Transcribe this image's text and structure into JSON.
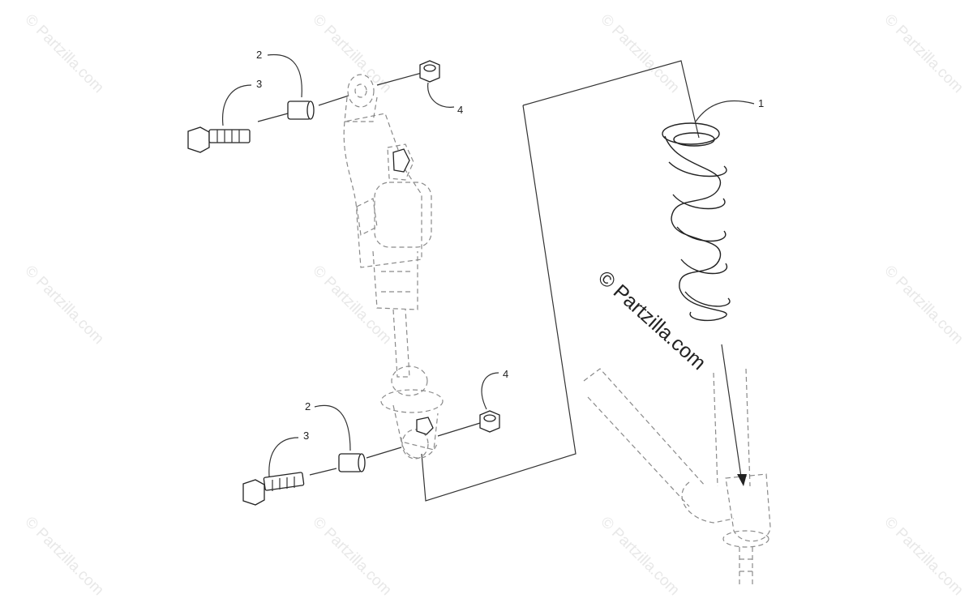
{
  "watermark": {
    "repeat_text": "© Partzilla.com",
    "main_text": "© Partzilla.com"
  },
  "callouts": {
    "spring": "1",
    "upper_spacer": "2",
    "upper_bolt": "3",
    "upper_nut": "4",
    "lower_nut": "4",
    "lower_spacer": "2",
    "lower_bolt": "3"
  },
  "colors": {
    "line": "#222222",
    "ghost_line": "#8a8a8a",
    "watermark": "#e8e8e8",
    "background": "#ffffff"
  }
}
